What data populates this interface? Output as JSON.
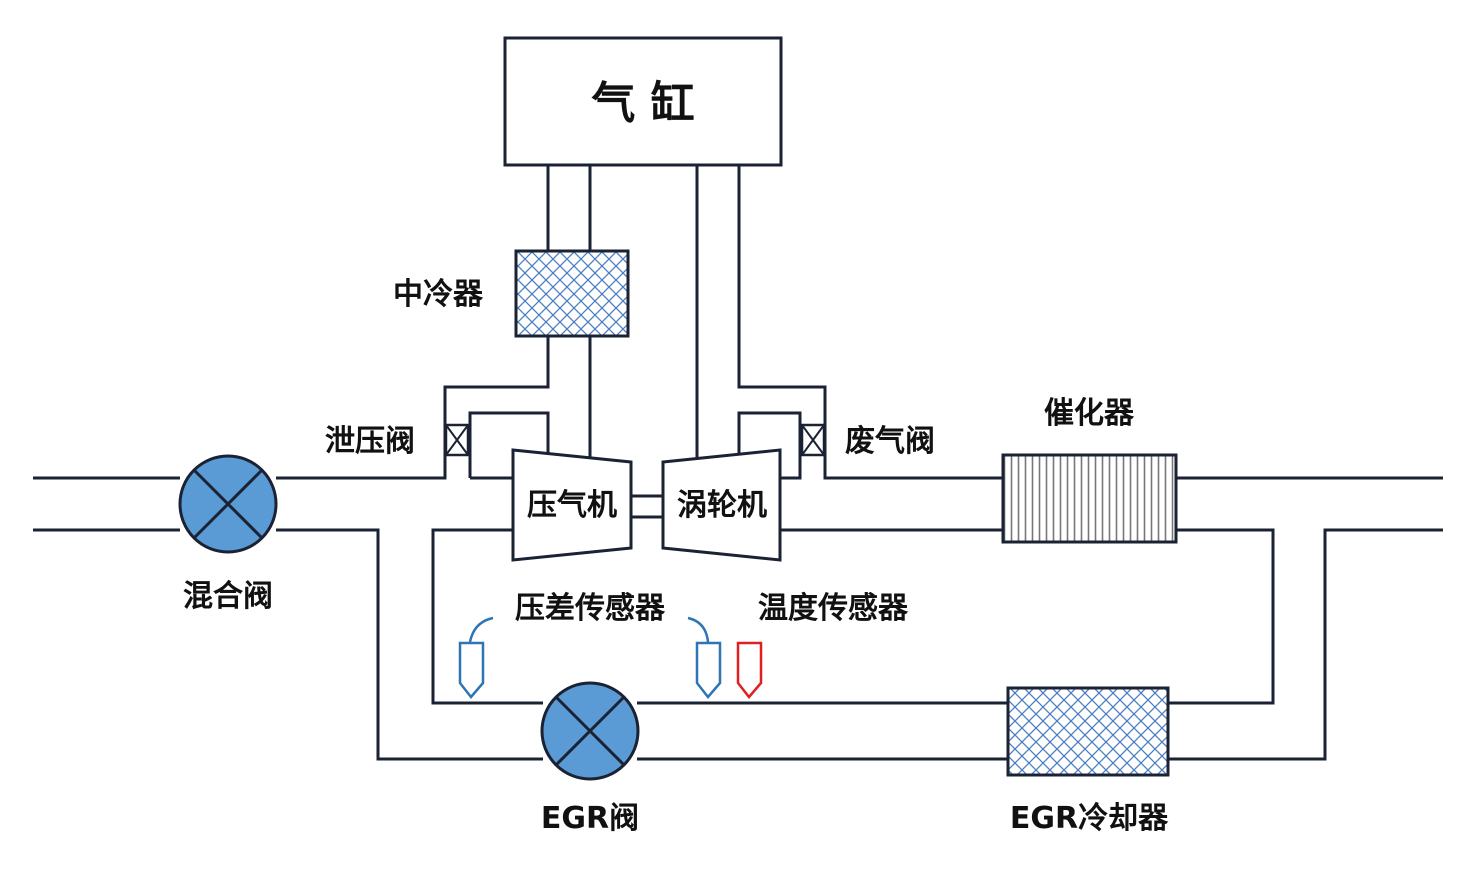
{
  "labels": {
    "cylinder": "气 缸",
    "intercooler": "中冷器",
    "blowoff_valve": "泄压阀",
    "compressor": "压气机",
    "turbine": "涡轮机",
    "wastegate": "废气阀",
    "catalyst": "催化器",
    "mixing_valve": "混合阀",
    "dp_sensor": "压差传感器",
    "temp_sensor": "温度传感器",
    "egr_valve": "EGR阀",
    "egr_cooler": "EGR冷却器"
  },
  "colors": {
    "line": "#1a2233",
    "valve_fill": "#5b9bd5",
    "dp_sensor": "#2e75b6",
    "temp_sensor": "#e02020",
    "cooler_hatch": "#4a7fc0",
    "catalyst_lines": "#777777"
  }
}
